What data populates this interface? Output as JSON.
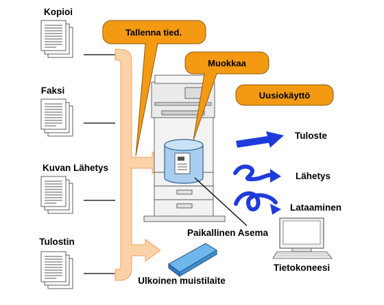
{
  "sources": [
    {
      "label": "Kopioi"
    },
    {
      "label": "Faksi"
    },
    {
      "label": "Kuvan Lähetys"
    },
    {
      "label": "Tulostin"
    }
  ],
  "bubbles": {
    "save": "Tallenna tied.",
    "edit": "Muokkaa",
    "reuse": "Uusiokäyttö"
  },
  "local_drive_label": "Paikallinen Asema",
  "external_memory_label": "Ulkoinen muistilaite",
  "outputs": {
    "print": "Tuloste",
    "send": "Lähetys",
    "download": "Lataaminen"
  },
  "computer_label": "Tietokoneesi",
  "colors": {
    "bubble": "#f39a12",
    "flow": "#fbd2a8",
    "drive": "#a8cff0",
    "usb": "#6fb6ec",
    "arrow_blue": "#1f3bdb"
  }
}
